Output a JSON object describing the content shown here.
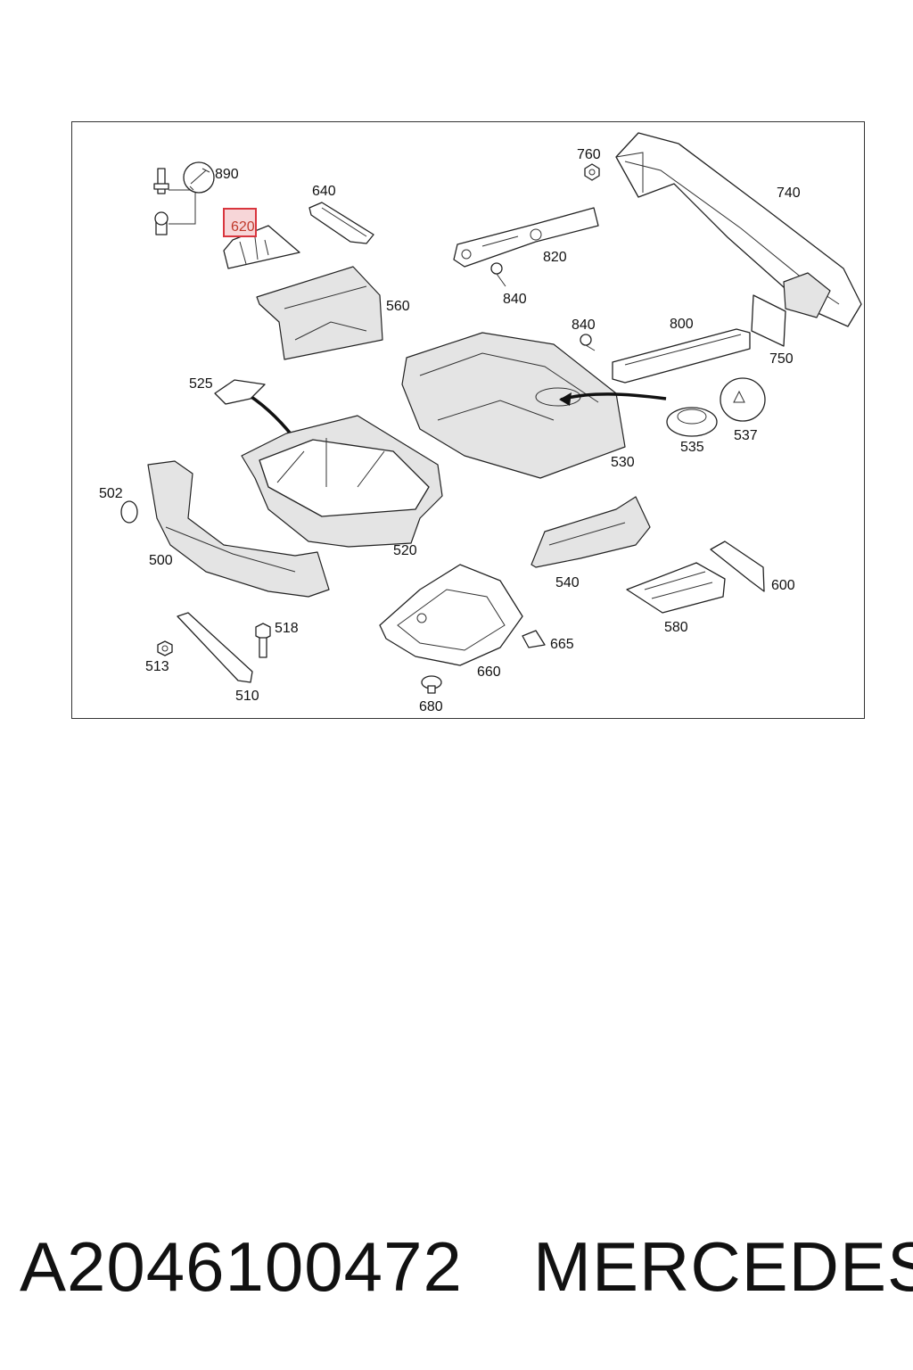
{
  "callouts": {
    "c890": "890",
    "c620": "620",
    "c640": "640",
    "c560": "560",
    "c760": "760",
    "c740": "740",
    "c820": "820",
    "c840a": "840",
    "c840b": "840",
    "c800": "800",
    "c750": "750",
    "c525": "525",
    "c530": "530",
    "c535": "535",
    "c537": "537",
    "c502": "502",
    "c500": "500",
    "c520": "520",
    "c540": "540",
    "c600": "600",
    "c580": "580",
    "c518": "518",
    "c513": "513",
    "c510": "510",
    "c665": "665",
    "c660": "660",
    "c680": "680"
  },
  "highlighted_callout": "620",
  "footer": {
    "part_number": "A2046100472",
    "brand": "MERCEDES"
  },
  "colors": {
    "highlight": "#d9363e",
    "highlight_fill": "#f7d6d8",
    "line": "#222222"
  }
}
